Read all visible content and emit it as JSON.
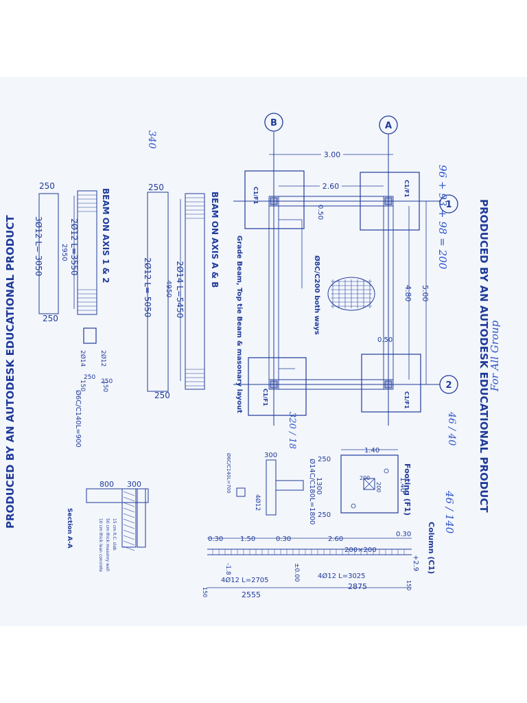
{
  "watermark": {
    "right": "PRODUCED BY AN AUTODESK EDUCATIONAL PRODUCT",
    "left": "PRODUCED BY AN AUTODESK EDUCATIONAL PRODUCT"
  },
  "plan": {
    "axis_b": "B",
    "axis_a": "A",
    "axis_1": "1",
    "axis_2": "2",
    "dim_300": "3.00",
    "dim_260": "2.60",
    "dim_500": "5.00",
    "dim_480": "4.80",
    "dim_050_top": "0.50",
    "dim_050_bottom": "0.50",
    "footing_label": "C1/F1",
    "mesh_note": "Ø8C/C200 both ways",
    "title": "Grade Beam, Top tie Beam & masonary layout"
  },
  "beam_ab": {
    "title": "BEAM ON AXIS A & B",
    "dim_250_top": "250",
    "dim_250_bottom": "250",
    "bar_top": "2Ø14 L=5450",
    "dim_4950": "4950",
    "bar_bottom": "2Ø12 L= 5050"
  },
  "beam_12": {
    "title": "BEAM ON AXIS 1 & 2",
    "dim_250_top": "250",
    "dim_250_bottom": "250",
    "bar_top": "2Ø12 L=3550",
    "dim_2950": "2950",
    "bar_bottom": "3Ø12 L= 3050",
    "sec_top": "2Ø12",
    "sec_bottom": "2Ø14",
    "sec_w": "250",
    "sec_h": "150",
    "sec_d1": "250",
    "sec_d2": "150",
    "stirrup": "Ø6C/C140L=900"
  },
  "footing": {
    "title": "Footing (F1)",
    "dim_140_w": "1.40",
    "dim_140_h": "1.40",
    "col_200a": "200",
    "col_200b": "200",
    "d_250_top": "250",
    "d_1300": "1300",
    "d_250_bottom": "250",
    "bars": "Ø14C/C180L=1800",
    "sec_300": "300",
    "sec_bar": "4Ø12",
    "sec_stirrup": "Ø6C/C140L=700"
  },
  "column": {
    "title": "Column (C1)",
    "d_030_a": "0.30",
    "d_150": "1.50",
    "d_030_b": "0.30",
    "d_260": "2.60",
    "d_030_c": "0.30",
    "col_size": "200×200",
    "lvl_top": "+2.9",
    "lvl_zero": "±0.00",
    "lvl_bottom": "-1.8",
    "bar_a": "4Ø12 L=2705",
    "bar_b": "4Ø12 L=3025",
    "len_a": "2555",
    "len_b": "2875",
    "end_a": "150",
    "end_b": "150"
  },
  "section_aa": {
    "title": "Section A-A",
    "d_800": "800",
    "d_300": "300",
    "note1": "15 cm R.C. slab",
    "note2": "50 cm thick masonry wall",
    "note3": "10 cm thick lean concrete"
  },
  "handwriting": {
    "h1": "For All Group",
    "h2": "96 + 93 + 98 = 200",
    "h3": "340",
    "h4": "46 / 40",
    "h5": "46 / 140",
    "h6": "320 / 18"
  }
}
